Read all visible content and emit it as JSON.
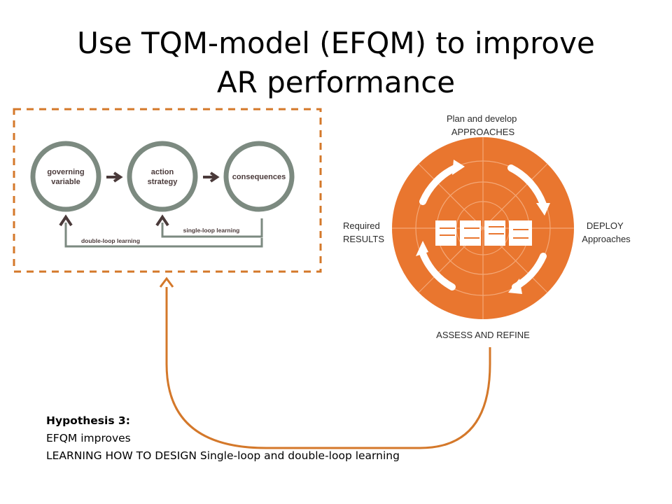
{
  "title": {
    "line1": "Use TQM-model (EFQM) to improve",
    "line2": "AR performance"
  },
  "loop_diagram": {
    "nodes": [
      "governing\nvariable",
      "action\nstrategy",
      "consequences"
    ],
    "single_loop_label": "single-loop learning",
    "double_loop_label": "double-loop learning",
    "circle_color": "#7c8a80",
    "arrow_color": "#4a3a3a"
  },
  "radar": {
    "top_label_1": "Plan and develop",
    "top_label_2": "APPROACHES",
    "right_label_1": "DEPLOY",
    "right_label_2": "Approaches",
    "left_label_1": "Required",
    "left_label_2": "RESULTS",
    "bottom_label": "ASSESS AND REFINE",
    "color": "#e9762f"
  },
  "connector_color": "#d4782a",
  "hypothesis": {
    "heading": "Hypothesis 3:",
    "line1": "EFQM improves",
    "line2": "LEARNING HOW TO DESIGN Single-loop and double-loop learning"
  }
}
